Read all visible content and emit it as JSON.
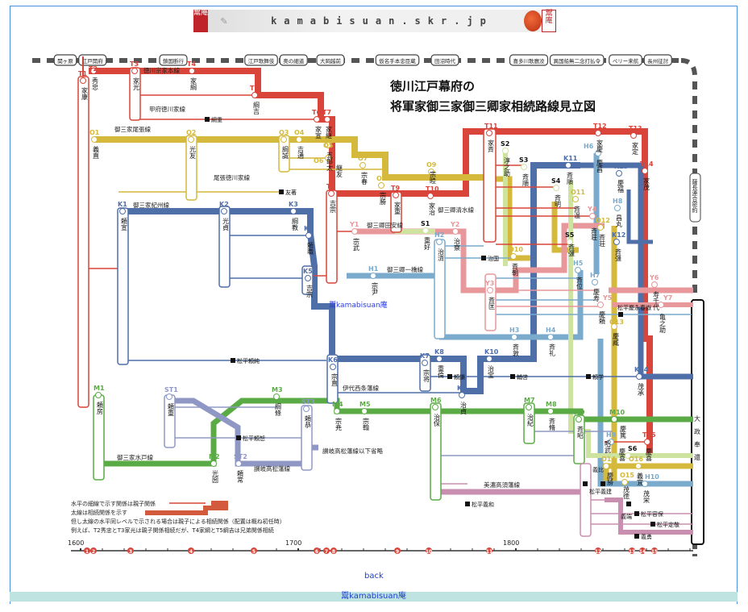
{
  "header": {
    "site": "kamabisuan.skr.jp",
    "seal_text": "鬻庵"
  },
  "title": [
    "徳川江戸幕府の",
    "将軍家御三家御三卿家相続路線見立図"
  ],
  "events_top": [
    "関ヶ原",
    "江戸開府",
    "鎖国断行",
    "江戸歌舞伎",
    "奥の細道",
    "大岡越前",
    "仮名手本忠臣蔵",
    "田沼時代",
    "喜多川歌麿没",
    "異国船無二念打払令",
    "ペリー来航",
    "長州征討"
  ],
  "events_right": [
    "薩長連合密約",
    "大政奉還"
  ],
  "colors": {
    "T": "#d9453a",
    "O": "#d4b93c",
    "K": "#4f6fa8",
    "H": "#7aaacc",
    "Y": "#e8979a",
    "S": "#cfe3a0",
    "M": "#5aab45",
    "ST": "#8f98c4",
    "TK": "#c98fb0"
  },
  "nodes": [
    {
      "code": "T1",
      "name": "家康"
    },
    {
      "code": "T2",
      "name": "秀忠"
    },
    {
      "code": "T3",
      "name": "家光"
    },
    {
      "code": "T4",
      "name": "家綱"
    },
    {
      "code": "T5",
      "name": "綱吉"
    },
    {
      "code": "T6",
      "name": "家宣"
    },
    {
      "code": "T7",
      "name": "家継"
    },
    {
      "code": "T8",
      "name": "吉宗"
    },
    {
      "code": "T9",
      "name": "家重"
    },
    {
      "code": "T10",
      "name": "家治"
    },
    {
      "code": "T11",
      "name": "家斉"
    },
    {
      "code": "T12",
      "name": "家慶"
    },
    {
      "code": "T13",
      "name": "家定"
    },
    {
      "code": "T14",
      "name": "家茂"
    },
    {
      "code": "T15",
      "name": "慶喜"
    },
    {
      "code": "O1",
      "name": "義直"
    },
    {
      "code": "O2",
      "name": "光友"
    },
    {
      "code": "O3",
      "name": "綱誠"
    },
    {
      "code": "O4",
      "name": "吉通"
    },
    {
      "code": "O5",
      "name": "五郎太"
    },
    {
      "code": "O6",
      "name": "継友"
    },
    {
      "code": "O7",
      "name": "宗春"
    },
    {
      "code": "O8",
      "name": "宗勝"
    },
    {
      "code": "O9",
      "name": "宗睦"
    },
    {
      "code": "O10",
      "name": "斉朝"
    },
    {
      "code": "O11",
      "name": "斉温"
    },
    {
      "code": "O12",
      "name": "斉荘"
    },
    {
      "code": "O13",
      "name": "慶臧"
    },
    {
      "code": "O14",
      "name": "慶勝"
    },
    {
      "code": "O15",
      "name": "茂徳"
    },
    {
      "code": "O16",
      "name": "義宜"
    },
    {
      "code": "K1",
      "name": "頼宣"
    },
    {
      "code": "K2",
      "name": "光貞"
    },
    {
      "code": "K3",
      "name": "綱教"
    },
    {
      "code": "K4",
      "name": "頼職"
    },
    {
      "code": "K5",
      "name": "吉宗"
    },
    {
      "code": "K6",
      "name": "宗直"
    },
    {
      "code": "K7",
      "name": "宗将"
    },
    {
      "code": "K8",
      "name": "重倫"
    },
    {
      "code": "K9",
      "name": "治貞"
    },
    {
      "code": "K10",
      "name": "治宝"
    },
    {
      "code": "K11",
      "name": "斉順"
    },
    {
      "code": "K12",
      "name": "斉彊"
    },
    {
      "code": "K13",
      "name": "慶福"
    },
    {
      "code": "K14",
      "name": "茂承"
    },
    {
      "code": "H1",
      "name": "宗尹"
    },
    {
      "code": "H2",
      "name": "治済"
    },
    {
      "code": "H3",
      "name": "斉敦"
    },
    {
      "code": "H4",
      "name": "斉礼"
    },
    {
      "code": "H5",
      "name": "斉位"
    },
    {
      "code": "H6",
      "name": "慶昌"
    },
    {
      "code": "H7",
      "name": "慶寿"
    },
    {
      "code": "H8",
      "name": "昌丸"
    },
    {
      "code": "H9",
      "name": "慶喜"
    },
    {
      "code": "H10",
      "name": "茂栄"
    },
    {
      "code": "Y1",
      "name": "宗武"
    },
    {
      "code": "Y2",
      "name": "治察"
    },
    {
      "code": "Y3",
      "name": "斉匡"
    },
    {
      "code": "Y4",
      "name": "斉荘"
    },
    {
      "code": "Y5",
      "name": "慶頼"
    },
    {
      "code": "Y6",
      "name": "寿千代"
    },
    {
      "code": "Y7",
      "name": "亀之助"
    },
    {
      "code": "S1",
      "name": "重好"
    },
    {
      "code": "S2",
      "name": "淳之助"
    },
    {
      "code": "S3",
      "name": "斉順"
    },
    {
      "code": "S4",
      "name": "斉明"
    },
    {
      "code": "S5",
      "name": "斉彊"
    },
    {
      "code": "S6",
      "name": "昭武"
    },
    {
      "code": "M1",
      "name": "頼房"
    },
    {
      "code": "M2",
      "name": "光圀"
    },
    {
      "code": "M3",
      "name": "綱條"
    },
    {
      "code": "M4",
      "name": "宗尭"
    },
    {
      "code": "M5",
      "name": "宗翰"
    },
    {
      "code": "M6",
      "name": "治保"
    },
    {
      "code": "M7",
      "name": "治紀"
    },
    {
      "code": "M8",
      "name": "斉脩"
    },
    {
      "code": "M9",
      "name": "斉昭"
    },
    {
      "code": "M10",
      "name": "慶篤"
    },
    {
      "code": "ST1",
      "name": "頼重"
    },
    {
      "code": "ST2",
      "name": "頼常"
    },
    {
      "code": "ST3",
      "name": "頼恭"
    }
  ],
  "line_names": [
    "徳川宗家本線",
    "甲府徳川家線",
    "御三家尾張線",
    "尾張徳川家線",
    "御三家紀州線",
    "御三卿田安線",
    "御三卿清水線",
    "御三卿一橋線",
    "伊代西条藩線",
    "御三家水戸線",
    "讃岐高松藩線",
    "讃岐高松藩線以下省略",
    "美濃高須藩線"
  ],
  "side_persons": [
    "綱重",
    "友著",
    "松平頼純",
    "治国",
    "頼謙",
    "輔啓",
    "頼学",
    "松平頼恕",
    "松平義和",
    "松平慶永春嶽",
    "松平容保",
    "松平定敬",
    "松平義建",
    "義比",
    "義端",
    "義勇"
  ],
  "watermark": "鬻kamabisuan庵",
  "legend": [
    "水平の細線で示す関係は親子関係",
    "太線は相続関係を示す",
    "但し太線の水平同レベルで示される場合は親子による相続関係（配置は概ね初任時）",
    "例えば、T2秀忠とT3家光は親子関係相続だが、T4家綱とT5綱吉は兄弟関係相続"
  ],
  "axis": {
    "years": [
      "1600",
      "1700",
      "1800"
    ],
    "shogun_markers": [
      "1",
      "2",
      "3",
      "4",
      "5",
      "6",
      "7",
      "8",
      "9",
      "10",
      "11",
      "12",
      "13",
      "14",
      "15"
    ]
  },
  "nav": {
    "back": "back",
    "footer": "鬻kamabisuan庵"
  }
}
